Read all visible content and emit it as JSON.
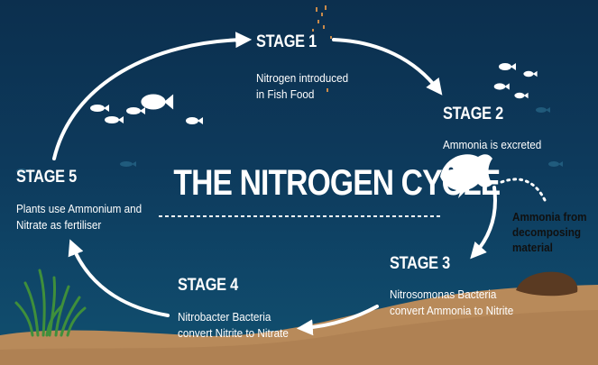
{
  "title": "THE NITROGEN CYCLE",
  "stages": [
    {
      "label": "STAGE 1",
      "line1": "Nitrogen introduced",
      "line2": "in Fish Food"
    },
    {
      "label": "STAGE 2",
      "line1": "Ammonia is excreted",
      "line2": ""
    },
    {
      "label": "STAGE 3",
      "line1": "Nitrosomonas Bacteria",
      "line2": "convert Ammonia to Nitrite"
    },
    {
      "label": "STAGE 4",
      "line1": "Nitrobacter Bacteria",
      "line2": "convert Nitrite to Nitrate"
    },
    {
      "label": "STAGE 5",
      "line1": "Plants use Ammonium and",
      "line2": "Nitrate as fertiliser"
    }
  ],
  "side_note": {
    "line1": "Ammonia from",
    "line2": "decomposing",
    "line3": "material"
  },
  "colors": {
    "water_top": "#0c2f4e",
    "water_bottom": "#11506f",
    "sand": "#b88a5a",
    "plant": "#3c8a3a",
    "text": "#ffffff"
  }
}
